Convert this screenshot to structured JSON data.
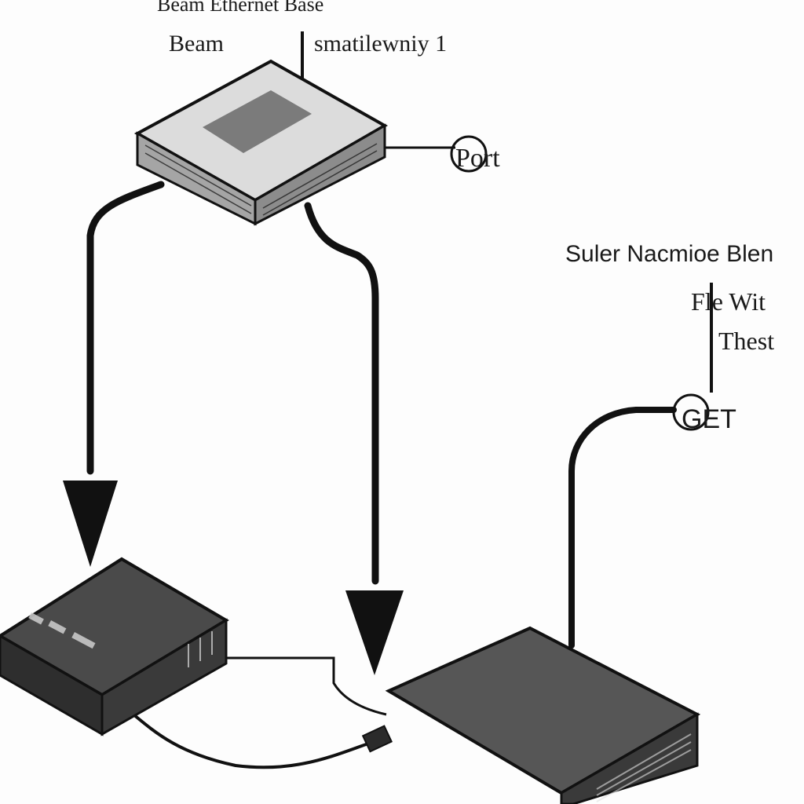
{
  "labels": {
    "top_heading": "Beam Ethernet Base",
    "beam": "Beam",
    "smartlevely": "smatilewniy 1",
    "port_top": "Port",
    "suler_title": "Suler Nacmioe Blen",
    "suler_sub": "Fle Wit",
    "suler_these": "Thest",
    "get_port": "GET"
  },
  "colors": {
    "ink": "#111111",
    "device_light_top": "#d9d9d9",
    "device_light_side": "#9a9a9a",
    "device_dark_top": "#4a4a4a",
    "device_dark_side": "#2a2a2a",
    "background": "#fdfdfd"
  },
  "icons": {
    "top_device": "router-icon",
    "left_device": "network-switch-icon",
    "right_device": "modem-icon"
  }
}
